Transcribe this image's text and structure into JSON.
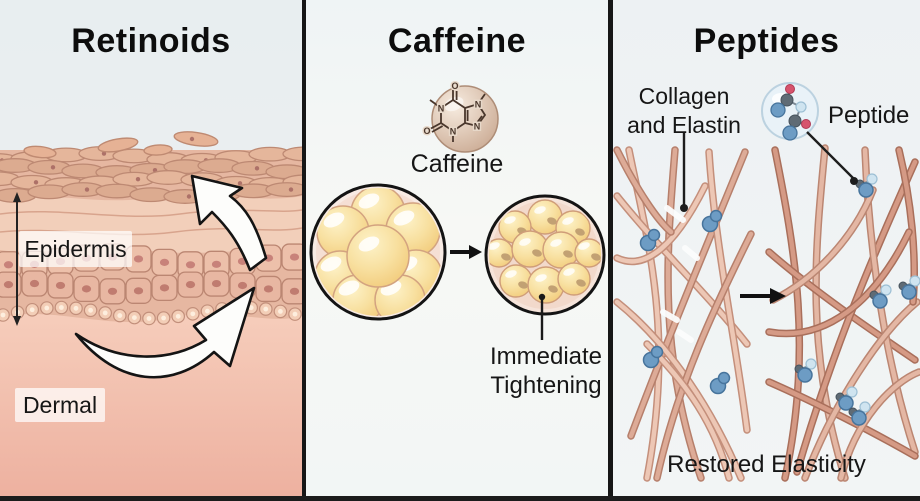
{
  "panels": {
    "retinoids": {
      "title": "Retinoids",
      "epidermis_label": "Epidermis",
      "dermal_label": "Dermal"
    },
    "caffeine": {
      "title": "Caffeine",
      "molecule_label": "Caffeine",
      "result_label": "Immediate Tightening"
    },
    "peptides": {
      "title": "Peptides",
      "fibers_label": "Collagen and Elastin",
      "molecule_label": "Peptide",
      "result_label": "Restored Elasticity"
    }
  },
  "colors": {
    "divider": "#161616",
    "skin_cell": "#e6b7a1",
    "dermis_top": "#f6cdbb",
    "dermis_bottom": "#edb09f",
    "fat_cell_light": "#fdf2c8",
    "fat_cell_dark": "#f2cc7d",
    "fiber_light_core": "#edc7b5",
    "fiber_light_edge": "#c48f7b",
    "fiber_dark_core": "#d59a85",
    "fiber_dark_edge": "#a96f5b",
    "peptide_blue": "#6d9cc4",
    "bubble_fill": "#e9f2f8",
    "molecule_red": "#d6536d",
    "molecule_gray": "#5f6b75",
    "arrow_white": "#fdfdfb"
  }
}
